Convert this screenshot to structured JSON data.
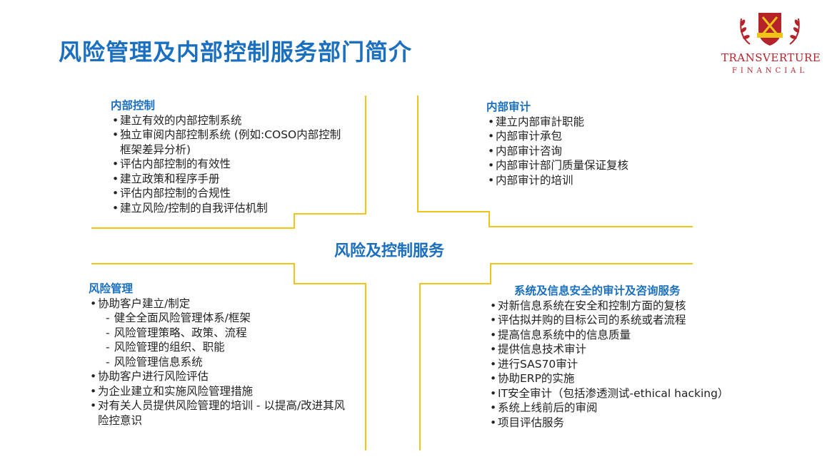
{
  "page_title": "风险管理及内部控制服务部门简介",
  "logo": {
    "name": "TRANSVERTURE",
    "sub": "FINANCIAL"
  },
  "center_label": "风险及控制服务",
  "internal_control": {
    "heading": "内部控制",
    "items": [
      "建立有效的内部控制系统",
      "独立审阅内部控制系统 (例如:COSO内部控制框架差异分析)",
      "评估内部控制的有效性",
      "建立政策和程序手册",
      "评估内部控制的合规性",
      "建立风险/控制的自我评估机制"
    ]
  },
  "internal_audit": {
    "heading": "内部审计",
    "items": [
      "建立内部审計职能",
      "内部审计承包",
      "内部审计咨询",
      "内部审计部门质量保证复核",
      "内部审计的培训"
    ]
  },
  "risk_management": {
    "heading": "风险管理",
    "item1": "协助客户建立/制定",
    "sub_items": [
      "健全全面风险管理体系/框架",
      "风险管理策略、政策、流程",
      "风险管理的组织、职能",
      "风险管理信息系统"
    ],
    "items": [
      "协助客户进行风险评估",
      "为企业建立和实施风险管理措施",
      "对有关人员提供风险管理的培训 - 以提高/改进其风险控意识"
    ]
  },
  "systems_audit": {
    "heading": "系统及信息安全的审计及咨询服务",
    "items": [
      "对新信息系统在安全和控制方面的复核",
      "评估拟并购的目标公司的系统或者流程",
      "提高信息系统中的信息质量",
      "提供信息技术审计",
      "进行SAS70审计",
      "协助ERP的实施",
      "IT安全审计（包括渗透测试-ethical hacking）",
      "系统上线前后的审阅",
      "项目评估服务"
    ]
  },
  "colors": {
    "title": "#1a6fbf",
    "divider": "#f0c419",
    "logo": "#b4232a"
  }
}
